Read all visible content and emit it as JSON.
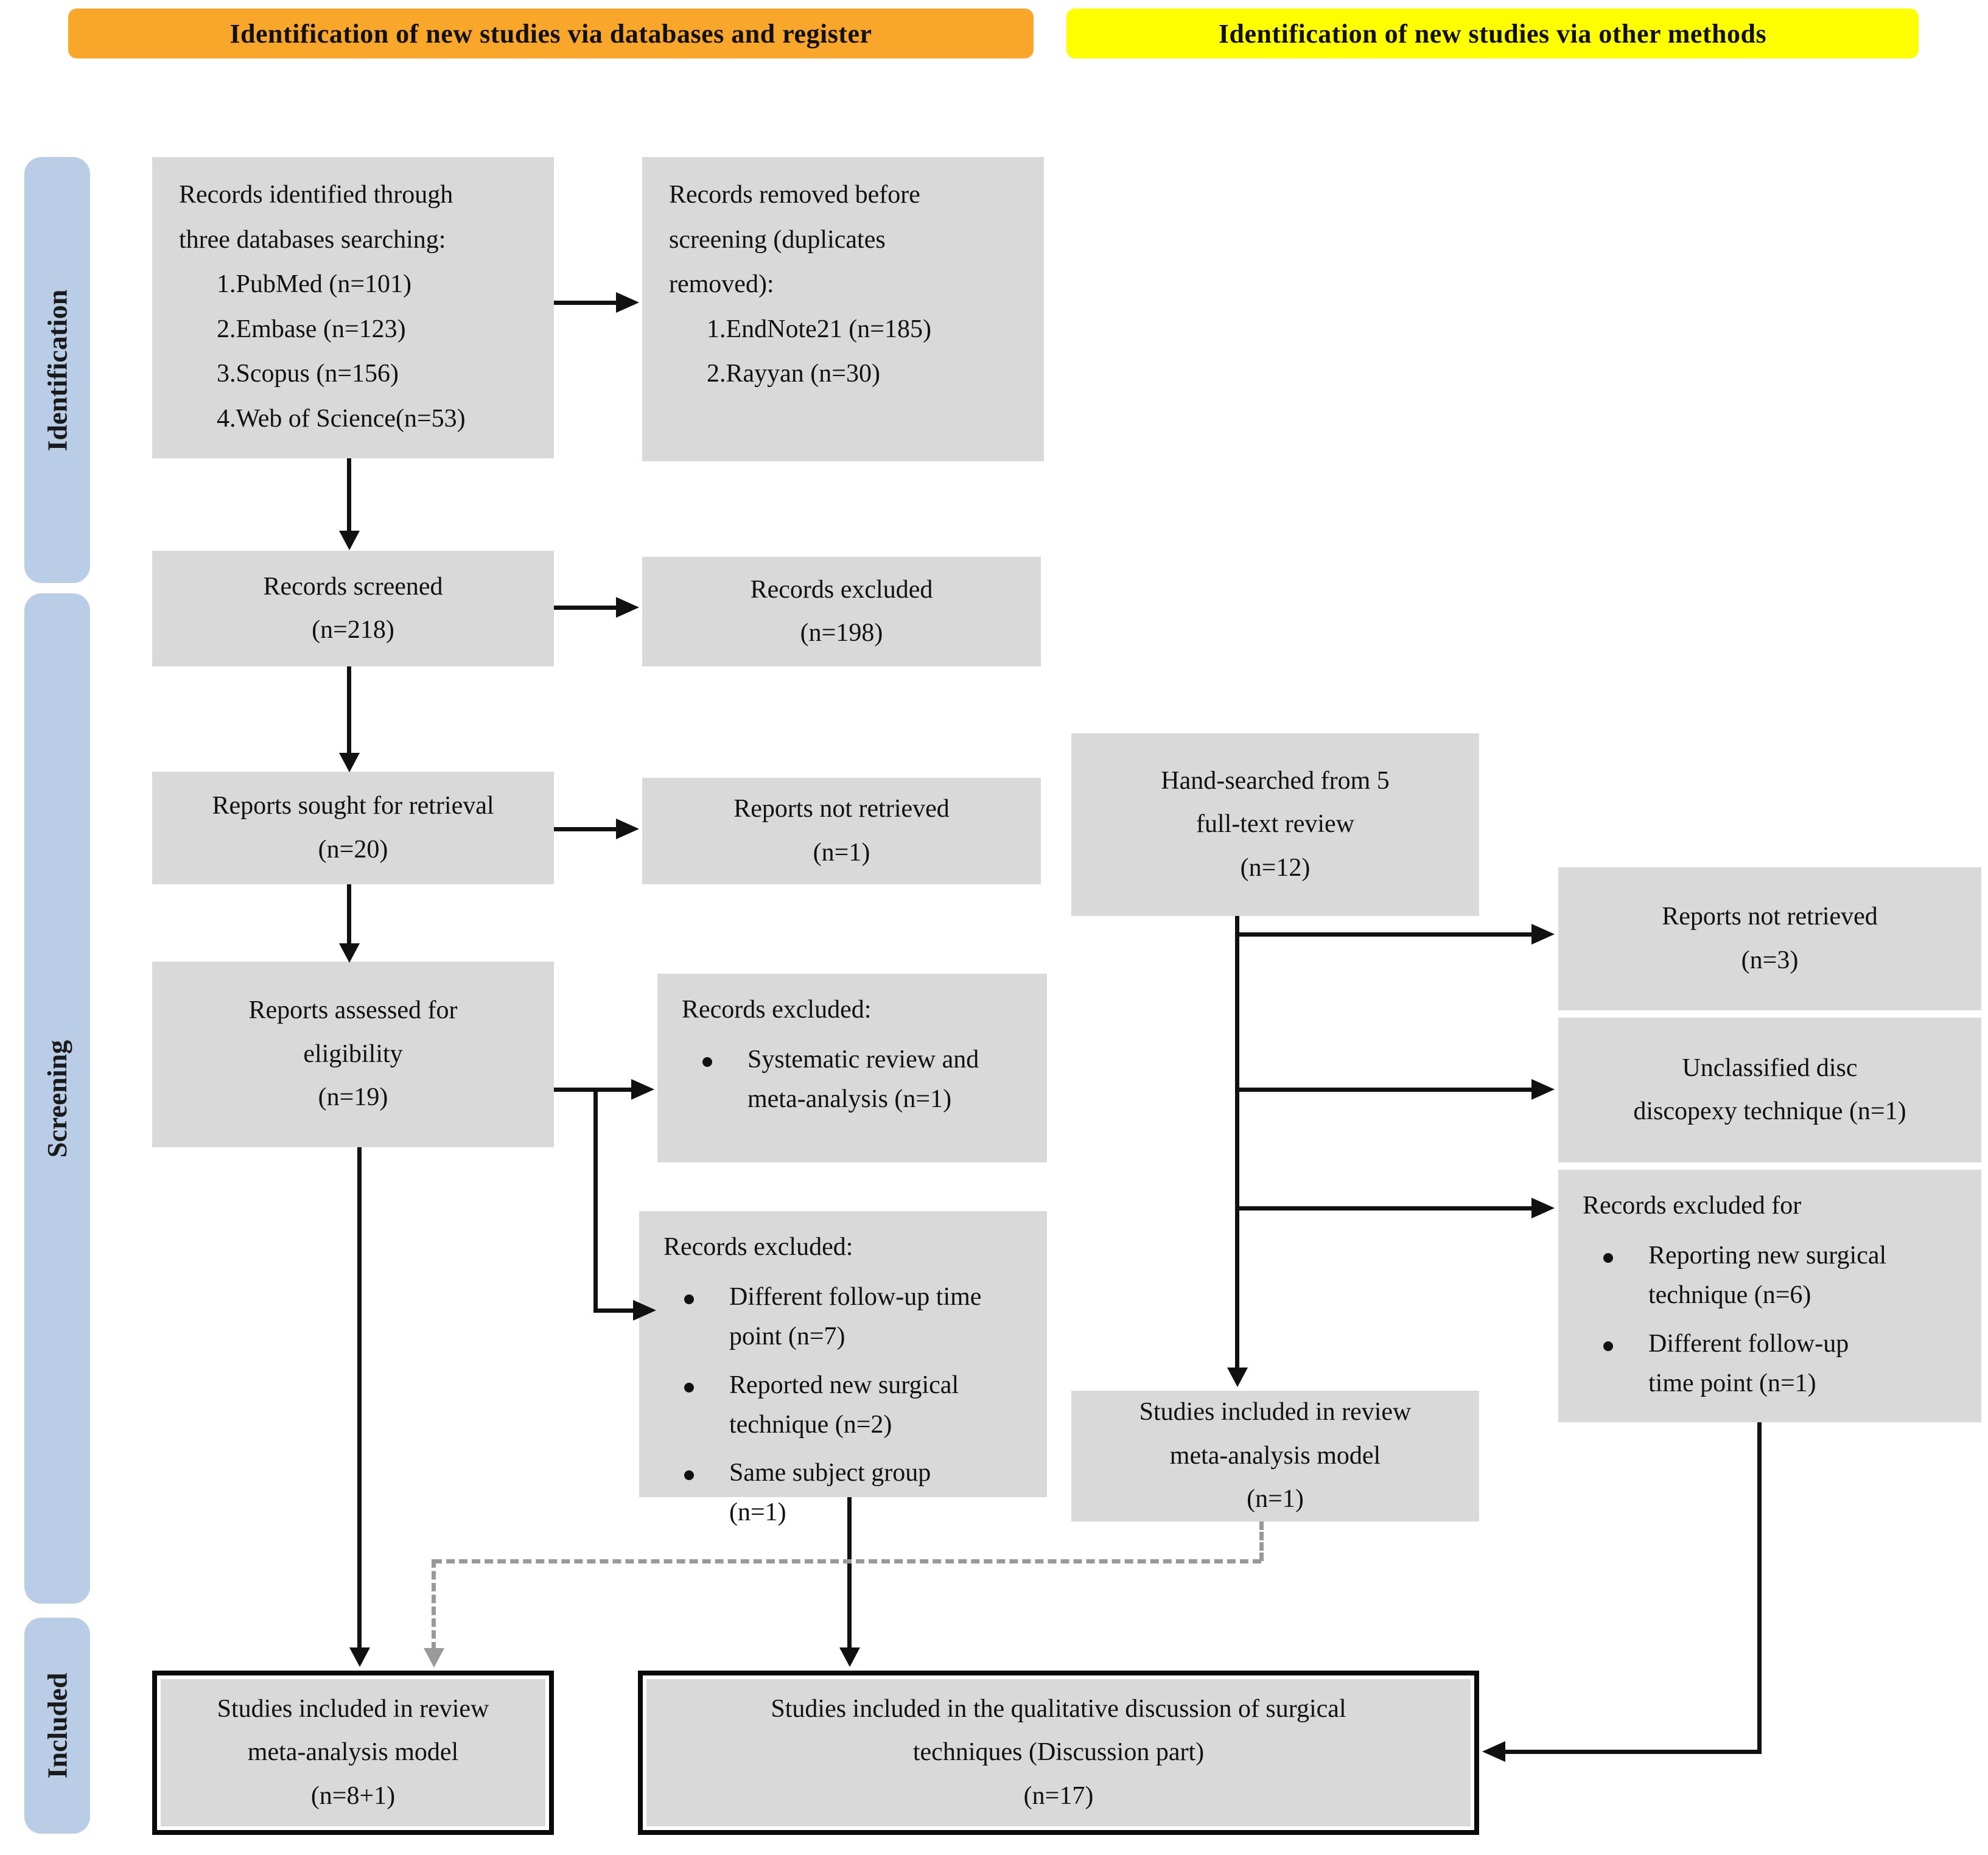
{
  "banners": {
    "databases": "Identification of new studies via databases and register",
    "other": "Identification of new studies via other methods"
  },
  "sidebar": {
    "identification": "Identification",
    "screening": "Screening",
    "included": "Included"
  },
  "boxes": {
    "records_identified": {
      "intro_lines": [
        "Records identified through",
        "three databases searching:"
      ],
      "items": [
        "1.PubMed (n=101)",
        "2.Embase (n=123)",
        "3.Scopus (n=156)",
        "4.Web of Science(n=53)"
      ]
    },
    "records_removed": {
      "intro_lines": [
        "Records removed before",
        "screening (duplicates",
        "removed):"
      ],
      "items": [
        "1.EndNote21 (n=185)",
        "2.Rayyan (n=30)"
      ]
    },
    "records_screened": {
      "lines": [
        "Records screened",
        "(n=218)"
      ]
    },
    "records_excluded": {
      "lines": [
        "Records excluded",
        "(n=198)"
      ]
    },
    "reports_sought": {
      "lines": [
        "Reports sought for retrieval",
        "(n=20)"
      ]
    },
    "reports_not_retrieved": {
      "lines": [
        "Reports not retrieved",
        "(n=1)"
      ]
    },
    "reports_assessed": {
      "lines": [
        "Reports assessed for",
        "eligibility",
        "(n=19)"
      ]
    },
    "records_excluded_sr": {
      "title": "Records excluded:",
      "bullets": [
        "Systematic review and meta-analysis (n=1)"
      ]
    },
    "records_excluded_detail": {
      "title": "Records excluded:",
      "bullets": [
        "Different follow-up time point (n=7)",
        "Reported new surgical technique (n=2)",
        "Same subject group (n=1)"
      ]
    },
    "hand_searched": {
      "lines": [
        "Hand-searched from 5",
        "full-text review",
        "(n=12)"
      ]
    },
    "reports_not_retrieved_other": {
      "lines": [
        "Reports not retrieved",
        "(n=3)"
      ]
    },
    "unclassified_disc": {
      "lines": [
        "Unclassified disc",
        "discopexy technique (n=1)"
      ]
    },
    "records_excluded_other": {
      "title": "Records excluded for",
      "bullets": [
        "Reporting new surgical technique (n=6)",
        "Different follow-up time point (n=1)"
      ]
    },
    "studies_included_other": {
      "lines": [
        "Studies included in review",
        "meta-analysis model",
        "(n=1)"
      ]
    },
    "studies_included_meta": {
      "lines": [
        "Studies included in review",
        "meta-analysis model",
        "(n=8+1)"
      ]
    },
    "studies_included_qualitative": {
      "lines": [
        "Studies included in the qualitative discussion of surgical",
        "techniques (Discussion part)",
        "(n=17)"
      ]
    }
  },
  "colors": {
    "banner_databases": "#F9A72B",
    "banner_other": "#FFFF00",
    "box_fill": "#D9D9D9",
    "sidebar_fill": "#B9CDE6",
    "arrow": "#111111",
    "dashed_arrow": "#999999",
    "thick_border": "#0A0A0A"
  }
}
